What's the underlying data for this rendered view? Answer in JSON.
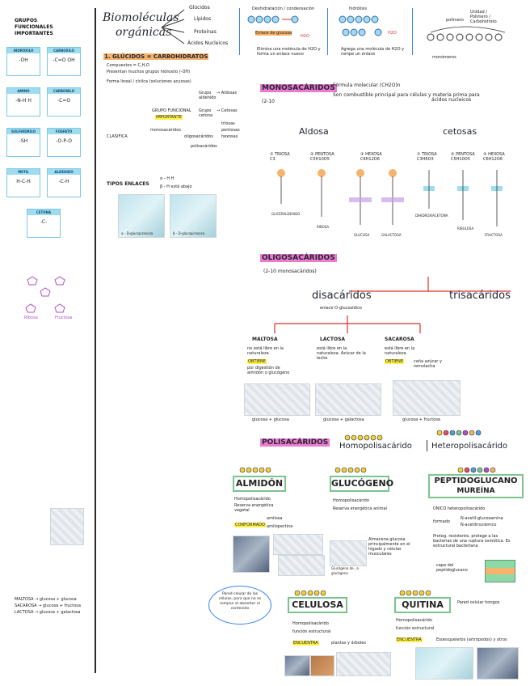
{
  "sidebar": {
    "title": "GRUPOS FUNCIONALES IMPORTANTES",
    "cards": [
      {
        "label": "HIDROXILO",
        "formula": "-OH"
      },
      {
        "label": "CARBOXILO",
        "formula": "-C=O OH"
      },
      {
        "label": "AMINO",
        "formula": "-N-H H"
      },
      {
        "label": "CARBONILO",
        "formula": "-C=O"
      },
      {
        "label": "SULFHIDRILO",
        "formula": "-SH"
      },
      {
        "label": "FOSFATO",
        "formula": "-O-P-O"
      },
      {
        "label": "METIL",
        "formula": "H-C-H"
      },
      {
        "label": "ALDEHIDO",
        "formula": "-C-H"
      },
      {
        "label": "CETONA",
        "formula": "-C-"
      }
    ],
    "purple_labels": [
      "Ribosa",
      "Fructosa"
    ],
    "bottom_notes": [
      "MALTOSA → glucosa + glucosa",
      "SACAROSA → glucosa + fructosa",
      "LACTOSA → glucosa + galactosa"
    ]
  },
  "header": {
    "title_line1": "Biomoléculas",
    "title_line2": "orgánicas",
    "branches": [
      "Glúcidos",
      "Lípidos",
      "Proteínas",
      "Ácidos Nucleicos"
    ],
    "dehydration_label": "Deshidratación / condensación",
    "hydrolysis_label": "hidrólisis",
    "enlace_label": "Enlace de glucosa",
    "h2o_label": "H2O",
    "polymer_label": "polímero",
    "monomer_label": "monómeros",
    "note_dehyd": "Elimina una molécula de H2O y forma un enlace nuevo",
    "note_hydro": "Agrega una molécula de H2O y rompe un enlace",
    "polymer_small": "Unidad / Polimero / Carbohidrato"
  },
  "glucidos": {
    "heading": "1. GLÚCIDOS = CARBOHIDRATOS",
    "line1": "Compuestos = C,H,O",
    "line2": "Presentan muchos grupos hidroxilo (-OH)",
    "line3": "Forma lineal / cíclica (soluciones acuosas)",
    "grupo_func": "GRUPO FUNCIONAL",
    "importante": "IMPORTANTE",
    "grupo_aldehido": "Grupo aldehído",
    "grupo_cetona": "Grupo cetona",
    "aldosa_arrow": "→ Aldosas",
    "cetosa_arrow": "→ Cetosas",
    "clasifica": "CLASIFICA",
    "monosac": "monosacáridos",
    "oligosac": "oligosacáridos",
    "polisac": "polisacáridos",
    "size_labels": [
      "triosas",
      "pentosas",
      "hexosas"
    ],
    "tipos_enlace": "TIPOS ENLACES",
    "alpha": "α - H  H",
    "beta": "β - H  está abajo",
    "img_captions": [
      "α - D-glucopiranosa",
      "β - D-glucopiranosa"
    ]
  },
  "monosacaridos": {
    "heading": "MONOSACÁRIDOS",
    "range": "(2-10",
    "formula_note": "Fórmula molecular (CH2O)n",
    "fuel_note": "Son combustible principal para células y materia prima para",
    "fuel_note2": "ácidos nucleicos",
    "aldosa": "Aldosa",
    "cetosa": "cetosas",
    "aldosa_types": [
      "① TRIOSA C3",
      "② PENTOSA C5H10O5",
      "③ HEXOSA C6H12O6"
    ],
    "cetosa_types": [
      "① TRIOSA C3H6O3",
      "② PENTOSA C5H10O5",
      "③ HEXOSA C6H12O6"
    ],
    "aldosa_names": [
      "GLICERALDEHIDO",
      "RIBOSA",
      "GLUCOSA",
      "GALACTOSA"
    ],
    "cetosa_names": [
      "DIHIDROXIACETONA",
      "RIBULOSA",
      "FRUCTOSA"
    ]
  },
  "oligosacaridos": {
    "heading": "OLIGOSACÁRIDOS",
    "range": "(2-10 monosacáridos)",
    "disacaridos": "disacáridos",
    "trisacaridos": "trisacáridos",
    "enlace": "enlace O-glucosídico",
    "items": [
      {
        "name": "MALTOSA",
        "desc": "no está libre en la naturaleza",
        "obtiene": "OBTIENE",
        "obtiene_text": "por digestión de almidón o glucógeno",
        "caption": "glucosa + glucosa"
      },
      {
        "name": "LACTOSA",
        "desc": "está libre en la naturaleza. Azúcar de la leche",
        "obtiene": "",
        "obtiene_text": "",
        "caption": "glucosa + galactosa"
      },
      {
        "name": "SACAROSA",
        "desc": "está libre en la naturaleza",
        "obtiene": "OBTIENE",
        "obtiene_text": "caña azúcar y remolacha",
        "caption": "glucosa + fructosa"
      }
    ]
  },
  "polisacaridos": {
    "heading": "POLISACÁRIDOS",
    "homo": "Homopolisacárido",
    "hetero": "Heteropolisacárido",
    "almidon": {
      "title": "ALMIDÓN",
      "l1": "Homopolisacárido",
      "l2": "Reserva energética vegetal",
      "encontrado": "CONFORMADO",
      "amilosa": "amilosa",
      "amilopectina": "amilopectina"
    },
    "glucogeno": {
      "title": "GLUCÓGENO",
      "l1": "Homopolisacárido",
      "l2": "Reserva energética animal",
      "l3": "Almacena glucosa principalmente en el hígado y células musculares",
      "caption": "Glucógeno de...o glucógeno"
    },
    "peptido": {
      "title": "PEPTIDOGLUCANO",
      "subtitle": "MUREÍNA",
      "l1": "ÚNICO heteropolisacárido",
      "formado": "formado",
      "f1": "N-acetil-glucosamina",
      "f2": "N-acetilmurámico",
      "l2": "Proteg. resistente, protege a las bacterias de una ruptura osmótica. Es estructural bacteriana",
      "l3": "capa del peptidoglucano"
    },
    "celulosa": {
      "title": "CELULOSA",
      "l1": "Homopolisacárido",
      "l2": "función estructural",
      "encuentra": "ENCUENTRA",
      "where": "plantas y árboles"
    },
    "quitina": {
      "title": "QUITINA",
      "side": "Pared celular hongos",
      "l1": "Homopolisacárido",
      "l2": "función estructural",
      "encuentra": "ENCUENTRA",
      "where": "Exoesqueletos (artrópodos) y otros"
    },
    "bubble": "Pared celular de las células, para que no se rompan al absorber el contenido"
  },
  "colors": {
    "blue_rule": "#3b82f6",
    "pink": "#ec7bd0",
    "green": "#7cc48f",
    "orange": "#f7b36b",
    "yellow": "#fff04a",
    "red": "#d9322b"
  }
}
